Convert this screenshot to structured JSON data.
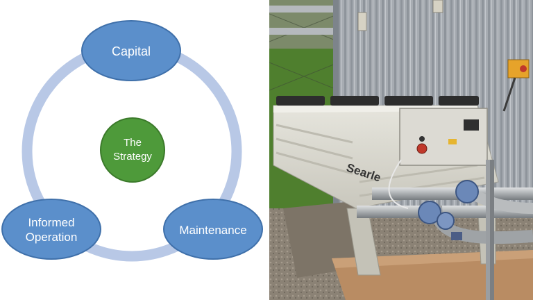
{
  "diagram": {
    "center": {
      "line1": "The",
      "line2": "Strategy"
    },
    "nodes": {
      "capital": "Capital",
      "maintenance": "Maintenance",
      "informed_line1": "Informed",
      "informed_line2": "Operation"
    },
    "colors": {
      "ring": "#b8c8e6",
      "node_fill": "#5b8fcb",
      "node_stroke": "#3f70aa",
      "center_fill": "#4e9a3a",
      "center_stroke": "#3b7a2a",
      "text": "#ffffff"
    }
  },
  "photo": {
    "brand_text": "Searle",
    "subject": "outdoor dry air cooler unit with control panel and steel pipework beside a corrugated metal building",
    "colors": {
      "wall": "#a5aab0",
      "grass": "#4f7f2e",
      "unit_body": "#d9d8cf",
      "panel": "#dcdad3",
      "pipe": "#b3b6b8",
      "valve": "#6b88b8",
      "gravel": "#8b8275",
      "plinth": "#b98c63"
    }
  }
}
